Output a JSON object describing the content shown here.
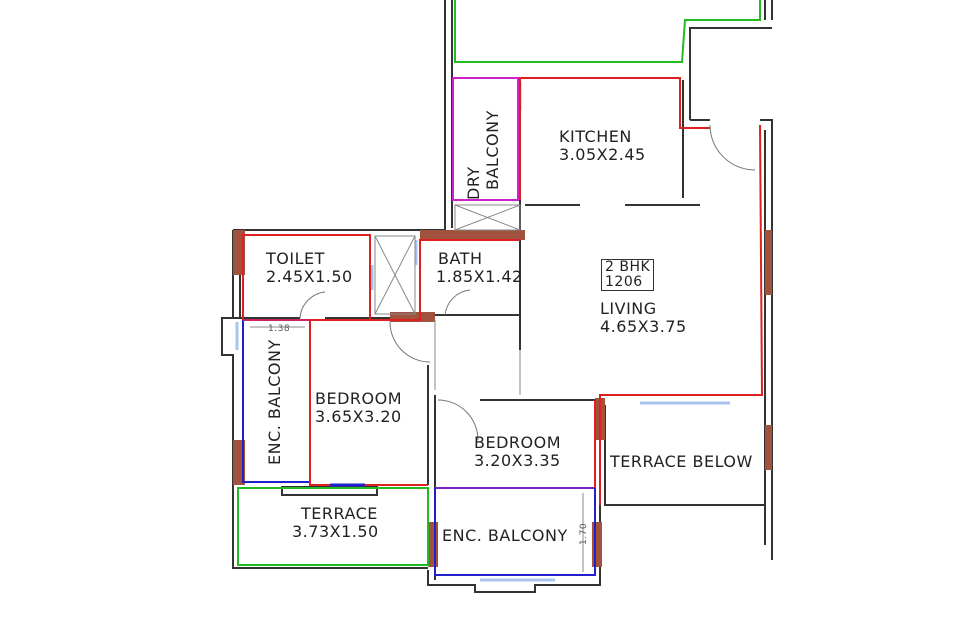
{
  "plan": {
    "type_badge": {
      "line1": "2 BHK",
      "line2": "1206"
    },
    "rooms": {
      "kitchen": {
        "name": "KITCHEN",
        "size": "3.05X2.45"
      },
      "dry_balcony": {
        "line1": "DRY",
        "line2": "BALCONY"
      },
      "toilet": {
        "name": "TOILET",
        "size": "2.45X1.50"
      },
      "bath": {
        "name": "BATH",
        "size": "1.85X1.42"
      },
      "living": {
        "name": "LIVING",
        "size": "4.65X3.75"
      },
      "bedroom1": {
        "name": "BEDROOM",
        "size": "3.65X3.20"
      },
      "enc_balcony1": {
        "name": "ENC. BALCONY",
        "dim": "1.38"
      },
      "terrace": {
        "name": "TERRACE",
        "size": "3.73X1.50"
      },
      "bedroom2": {
        "name": "BEDROOM",
        "size": "3.20X3.35"
      },
      "enc_balcony2": {
        "name": "ENC. BALCONY",
        "dim": "1.70"
      },
      "terrace_below": {
        "name": "TERRACE BELOW"
      }
    },
    "colors": {
      "wall": "#333333",
      "red": "#e02020",
      "green": "#22bb22",
      "blue": "#2020cc",
      "magenta": "#cc22cc",
      "purple": "#7a22cc",
      "column": "#a0523d",
      "window": "#aac4ee"
    }
  }
}
